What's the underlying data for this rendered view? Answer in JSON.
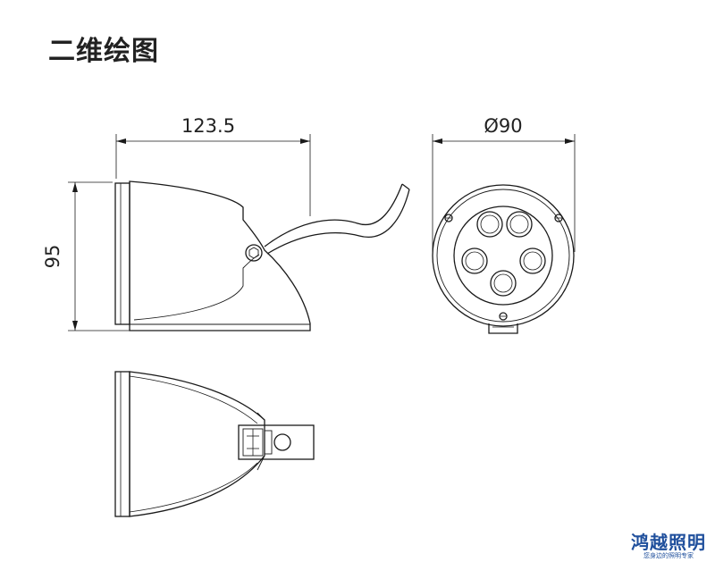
{
  "title": "二维绘图",
  "dimensions": {
    "width_label": "123.5",
    "height_label": "95",
    "diameter_label": "Ø90"
  },
  "logo": {
    "name": "鸿越照明",
    "slogan": "您身边的照明专家"
  },
  "colors": {
    "line": "#1a1a1a",
    "brand": "#1f4f9c"
  }
}
